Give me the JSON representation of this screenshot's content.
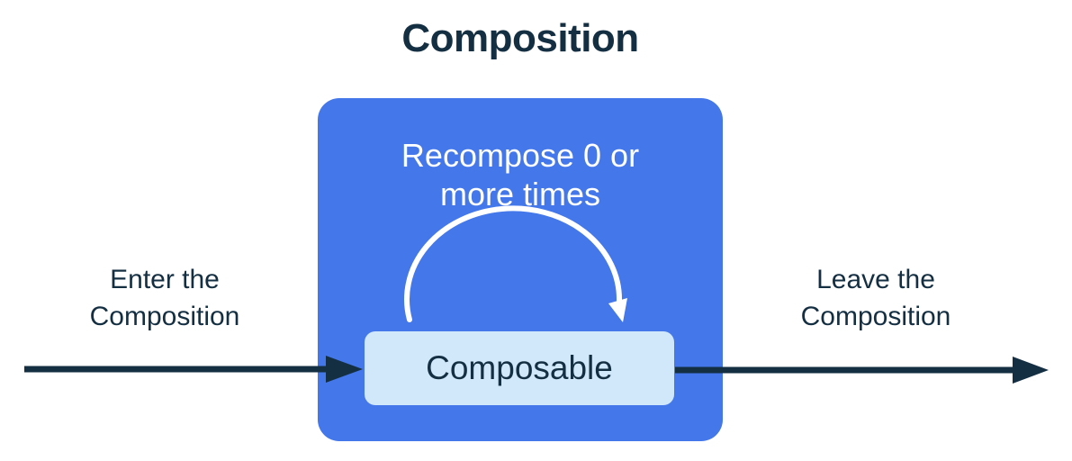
{
  "diagram": {
    "title": "Composition",
    "recompose": {
      "line1": "Recompose 0 or",
      "line2": "more times"
    },
    "composable": {
      "label": "Composable"
    },
    "enter": {
      "line1": "Enter the",
      "line2": "Composition"
    },
    "leave": {
      "line1": "Leave the",
      "line2": "Composition"
    },
    "colors": {
      "container_blue": "#4377ea",
      "composable_fill": "#d1e8fb",
      "ink": "#152f42",
      "arc_white": "#ffffff",
      "background": "#ffffff"
    }
  }
}
